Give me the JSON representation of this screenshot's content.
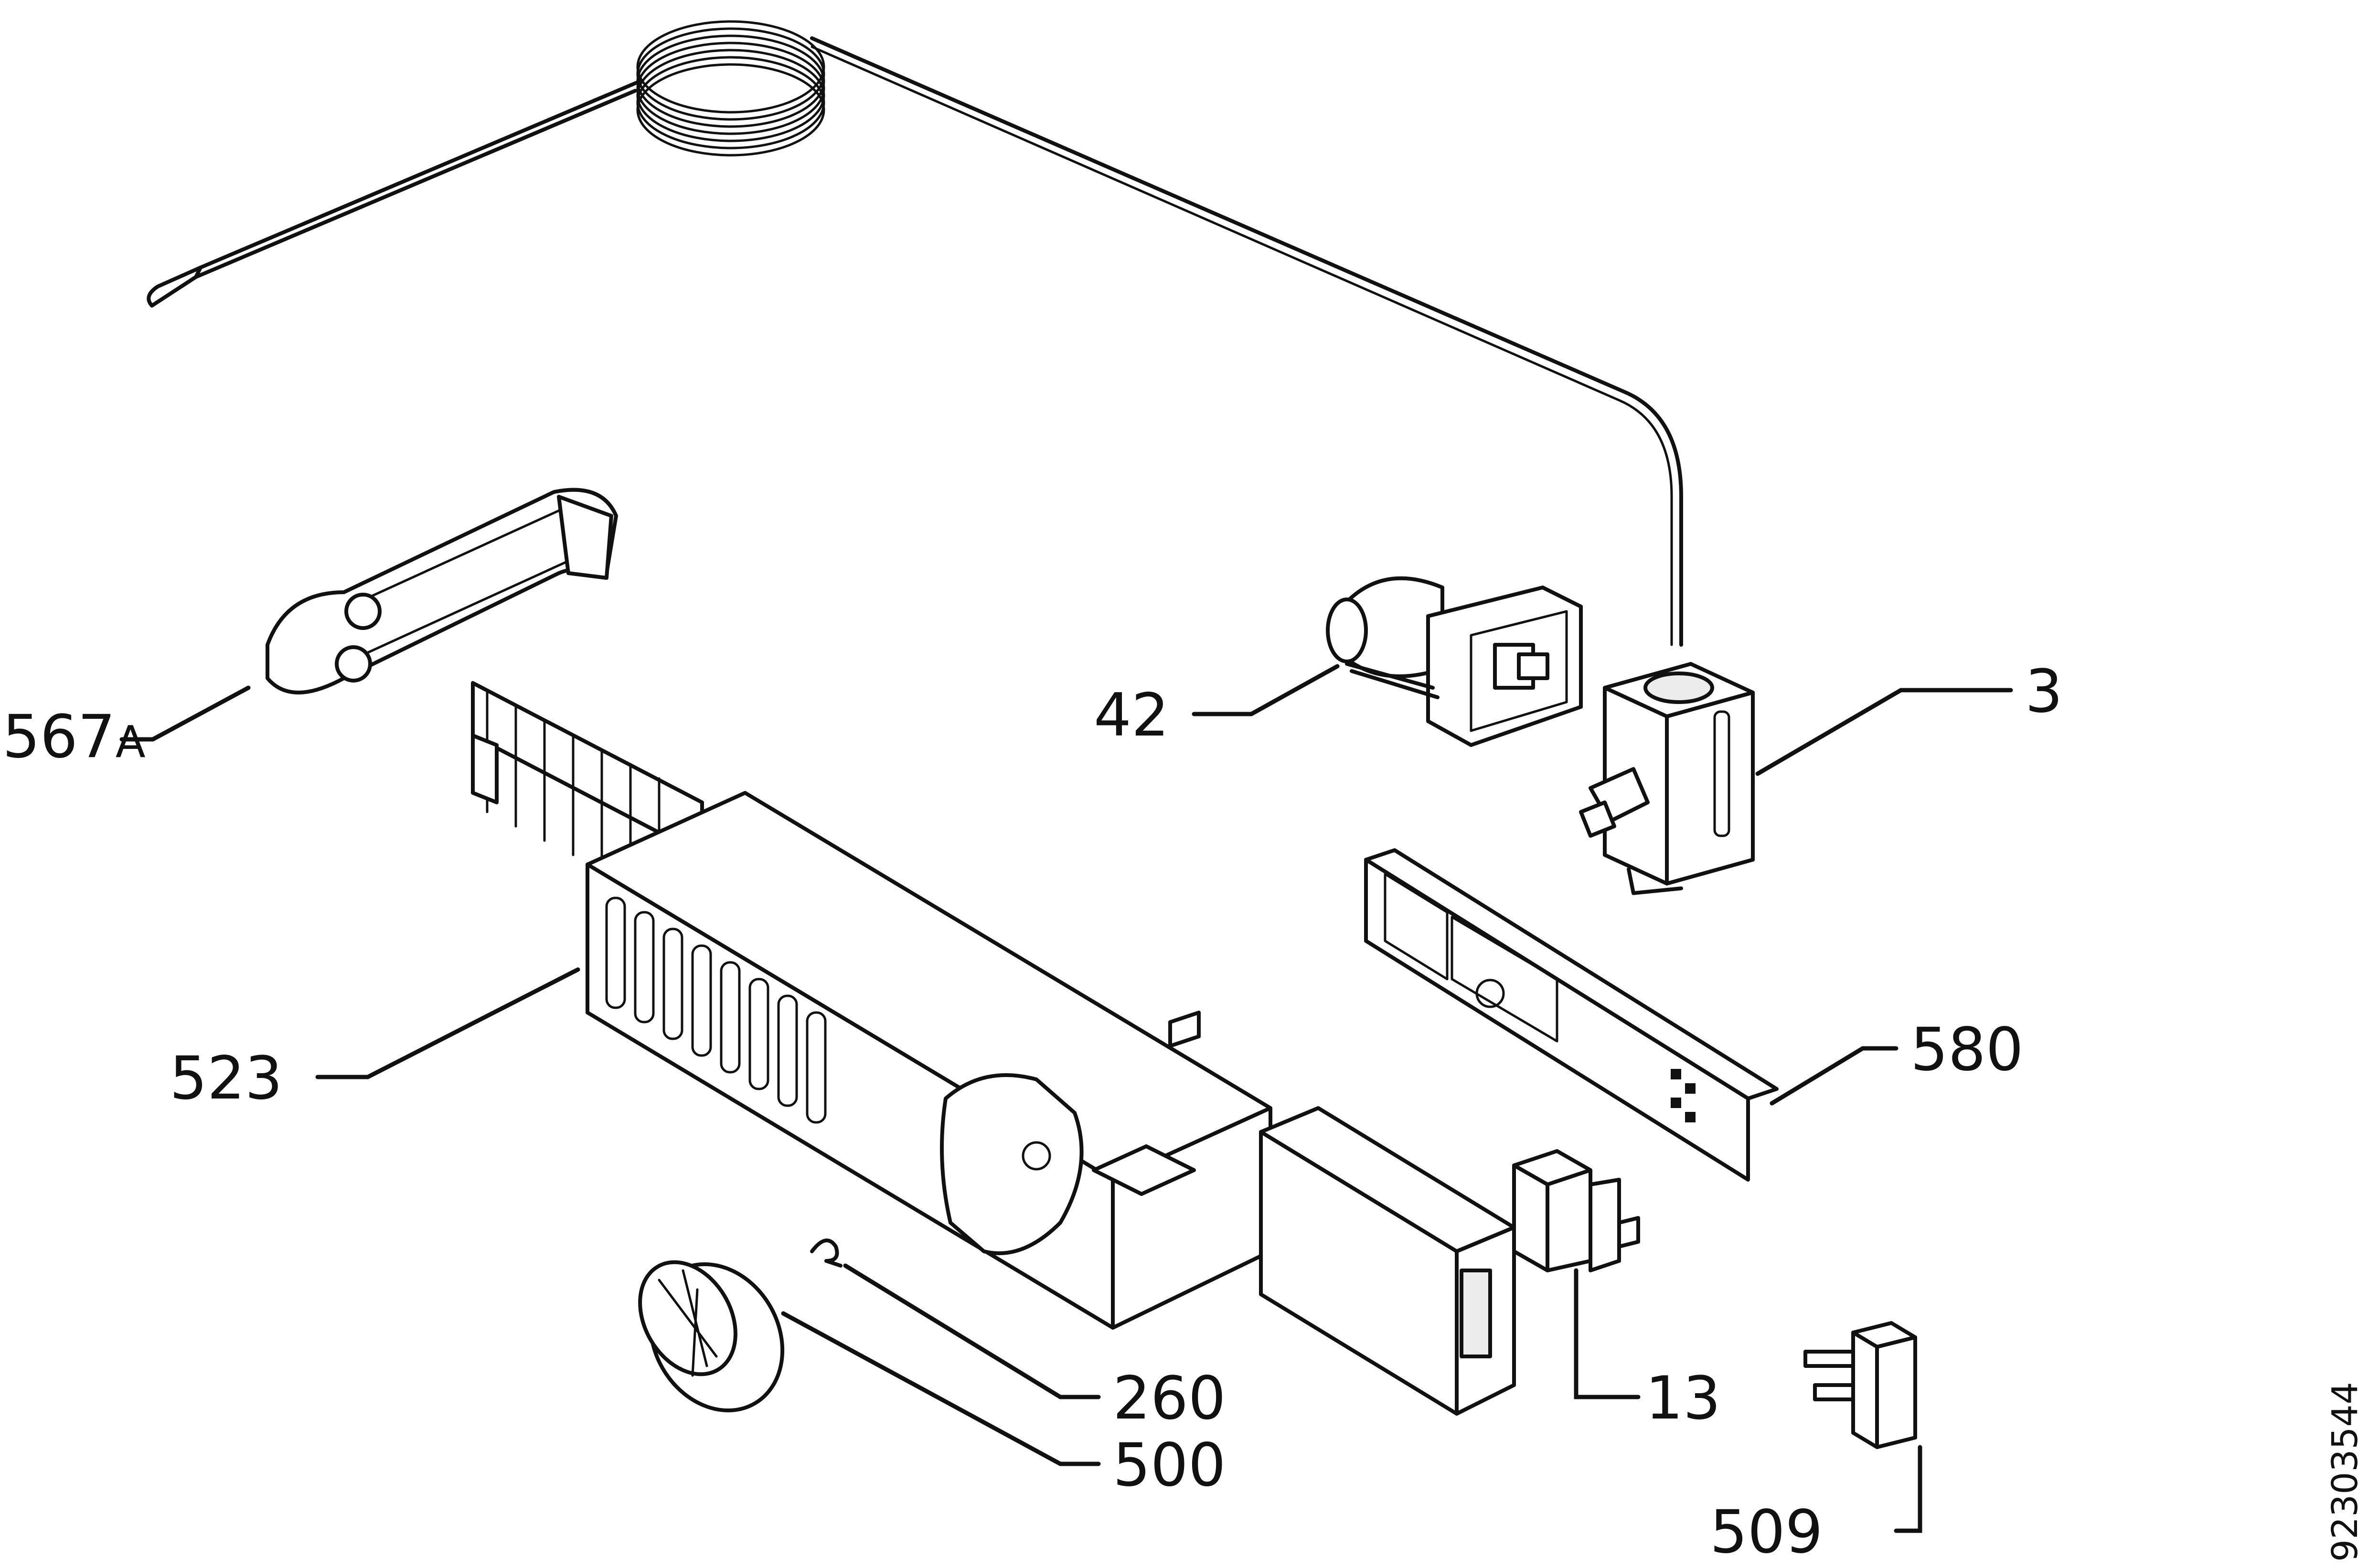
{
  "diagram": {
    "type": "exploded-parts-view",
    "callouts": [
      {
        "id": "3",
        "label": "3"
      },
      {
        "id": "13",
        "label": "13"
      },
      {
        "id": "42",
        "label": "42"
      },
      {
        "id": "260",
        "label": "260"
      },
      {
        "id": "500",
        "label": "500"
      },
      {
        "id": "509",
        "label": "509"
      },
      {
        "id": "523",
        "label": "523"
      },
      {
        "id": "567A",
        "label": "567",
        "suffix": "A"
      },
      {
        "id": "580",
        "label": "580"
      }
    ],
    "document_number": "92303544"
  },
  "colors": {
    "line": "#111111",
    "background": "#ffffff",
    "shade": "#ececec"
  }
}
